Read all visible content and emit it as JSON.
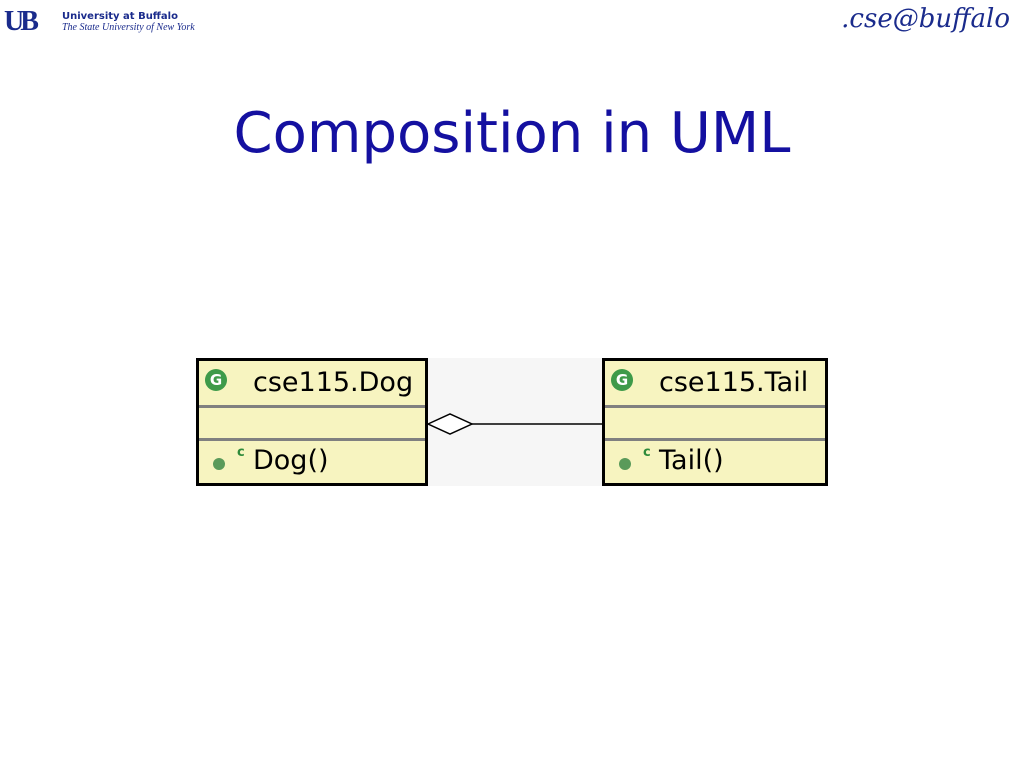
{
  "header": {
    "ub_logo": {
      "mark": "UB",
      "line1": "University at Buffalo",
      "line2": "The State University of New York"
    },
    "cse_logo": ".cse@buffalo"
  },
  "slide": {
    "title": "Composition in UML"
  },
  "diagram": {
    "relationship": "aggregation",
    "classes": [
      {
        "name": "cse115.Dog",
        "class_icon": "G",
        "fields": [],
        "methods": [
          {
            "marker": "c",
            "signature": "Dog()"
          }
        ]
      },
      {
        "name": "cse115.Tail",
        "class_icon": "G",
        "fields": [],
        "methods": [
          {
            "marker": "c",
            "signature": "Tail()"
          }
        ]
      }
    ],
    "colors": {
      "class_fill": "#f7f4c0",
      "class_border": "#000000",
      "separator": "#808080",
      "icon_green": "#3e9a49",
      "title": "#1410a0"
    }
  }
}
